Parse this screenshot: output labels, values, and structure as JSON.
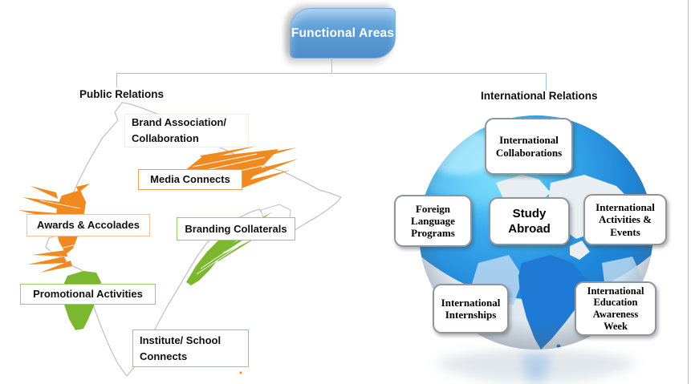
{
  "title_node": {
    "label": "Functional Areas"
  },
  "colors": {
    "node_blue": "#5B9BD5",
    "connector_blue": "#9CC3E8",
    "brush_orange": "#F0891F",
    "brush_green": "#7CB82F",
    "map_outline_gray": "#C4C4C4",
    "globe_ocean_blue": "#1E86D8",
    "box_border_gray": "#8F959E"
  },
  "public_relations": {
    "heading": "Public Relations",
    "labels": {
      "brand_association": "Brand Association/\nCollaboration",
      "media_connects": "Media Connects",
      "awards_accolades": "Awards & Accolades",
      "branding_collaterals": "Branding Collaterals",
      "promotional_activities": "Promotional Activities",
      "institute_school": "Institute/ School\nConnects"
    }
  },
  "international_relations": {
    "heading": "International Relations",
    "boxes": {
      "international_collaborations": "International\nCollaborations",
      "foreign_language": "Foreign\nLanguage\nPrograms",
      "study_abroad": "Study\nAbroad",
      "international_activities": "International\nActivities &\nEvents",
      "international_internships": "International\nInternships",
      "international_education": "International\nEducation\nAwareness\nWeek"
    }
  }
}
